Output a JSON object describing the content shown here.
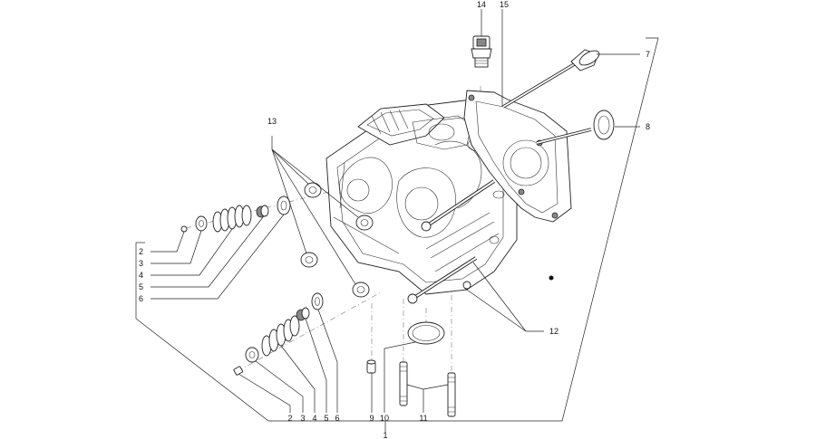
{
  "callouts": {
    "c1": "1",
    "c2a": "2",
    "c3a": "3",
    "c4a": "4",
    "c5a": "5",
    "c6a": "6",
    "c2b": "2",
    "c3b": "3",
    "c4b": "4",
    "c5b": "5",
    "c6b": "6",
    "c7": "7",
    "c8": "8",
    "c9": "9",
    "c10": "10",
    "c11": "11",
    "c12": "12",
    "c13": "13",
    "c14": "14",
    "c15": "15"
  }
}
